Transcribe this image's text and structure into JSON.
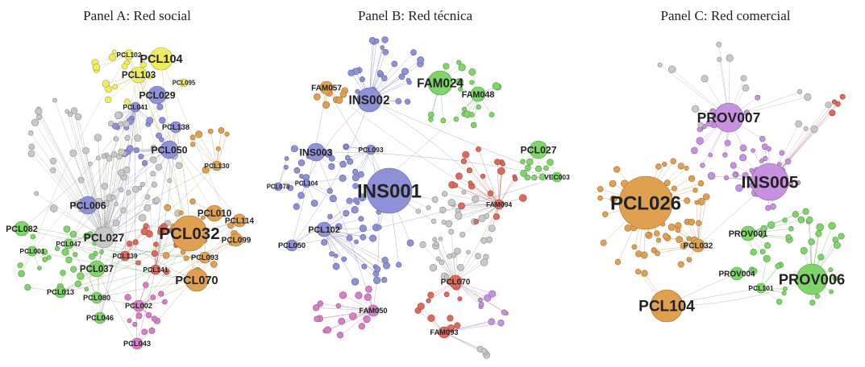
{
  "panels": [
    {
      "title": "Panel A: Red social",
      "hubs": [
        {
          "label": "PCL032",
          "color": "orange"
        },
        {
          "label": "PCL104",
          "color": "yellow"
        },
        {
          "label": "PCL103",
          "color": "yellow"
        },
        {
          "label": "PCL102",
          "color": "yellow"
        },
        {
          "label": "PCL095",
          "color": "yellow"
        },
        {
          "label": "PCL029",
          "color": "blue"
        },
        {
          "label": "PCL041",
          "color": "blue"
        },
        {
          "label": "PCL138",
          "color": "blue"
        },
        {
          "label": "PCL050",
          "color": "blue"
        },
        {
          "label": "PCL006",
          "color": "blue"
        },
        {
          "label": "PCL027",
          "color": "gray"
        },
        {
          "label": "PCL037",
          "color": "green"
        },
        {
          "label": "PCL082",
          "color": "green"
        },
        {
          "label": "PCL047",
          "color": "green"
        },
        {
          "label": "PCL001",
          "color": "green"
        },
        {
          "label": "PCL013",
          "color": "green"
        },
        {
          "label": "PCL080",
          "color": "green"
        },
        {
          "label": "PCL046",
          "color": "green"
        },
        {
          "label": "PCL010",
          "color": "orange"
        },
        {
          "label": "PCL114",
          "color": "orange"
        },
        {
          "label": "PCL099",
          "color": "orange"
        },
        {
          "label": "PCL093",
          "color": "orange"
        },
        {
          "label": "PCL070",
          "color": "orange"
        },
        {
          "label": "PCL130",
          "color": "orange"
        },
        {
          "label": "PCL139",
          "color": "red"
        },
        {
          "label": "PCL141",
          "color": "red"
        },
        {
          "label": "PCL002",
          "color": "pink"
        },
        {
          "label": "PCL043",
          "color": "pink"
        }
      ]
    },
    {
      "title": "Panel B: Red técnica",
      "hubs": [
        {
          "label": "INS001",
          "color": "blue"
        },
        {
          "label": "INS002",
          "color": "blue"
        },
        {
          "label": "INS003",
          "color": "blue"
        },
        {
          "label": "FAM024",
          "color": "green"
        },
        {
          "label": "FAM048",
          "color": "green"
        },
        {
          "label": "PCL027",
          "color": "green"
        },
        {
          "label": "FAM057",
          "color": "orange"
        },
        {
          "label": "PCL102",
          "color": "blue"
        },
        {
          "label": "PCL050",
          "color": "blue"
        },
        {
          "label": "PCL070",
          "color": "red"
        },
        {
          "label": "FAM093",
          "color": "red"
        },
        {
          "label": "FAM050",
          "color": "pink"
        },
        {
          "label": "PCL093",
          "color": "blue"
        },
        {
          "label": "PCL104",
          "color": "blue"
        },
        {
          "label": "PCL078",
          "color": "blue"
        },
        {
          "label": "FAM094",
          "color": "red"
        },
        {
          "label": "VEC003",
          "color": "green"
        }
      ]
    },
    {
      "title": "Panel C: Red comercial",
      "hubs": [
        {
          "label": "PCL026",
          "color": "orange"
        },
        {
          "label": "INS005",
          "color": "purple"
        },
        {
          "label": "PROV007",
          "color": "purple"
        },
        {
          "label": "PROV006",
          "color": "green"
        },
        {
          "label": "PCL104",
          "color": "orange"
        },
        {
          "label": "PROV001",
          "color": "green"
        },
        {
          "label": "PROV004",
          "color": "green"
        },
        {
          "label": "PCL101",
          "color": "green"
        },
        {
          "label": "PCL032",
          "color": "orange"
        }
      ]
    }
  ],
  "palette": {
    "orange": "#e0a050",
    "yellow": "#f0ec60",
    "blue": "#8e90d8",
    "green": "#7fd46a",
    "gray": "#c8c8c8",
    "red": "#dd6a5c",
    "pink": "#d77ec6",
    "purple": "#c890e0",
    "dark_orange": "#d98845"
  }
}
